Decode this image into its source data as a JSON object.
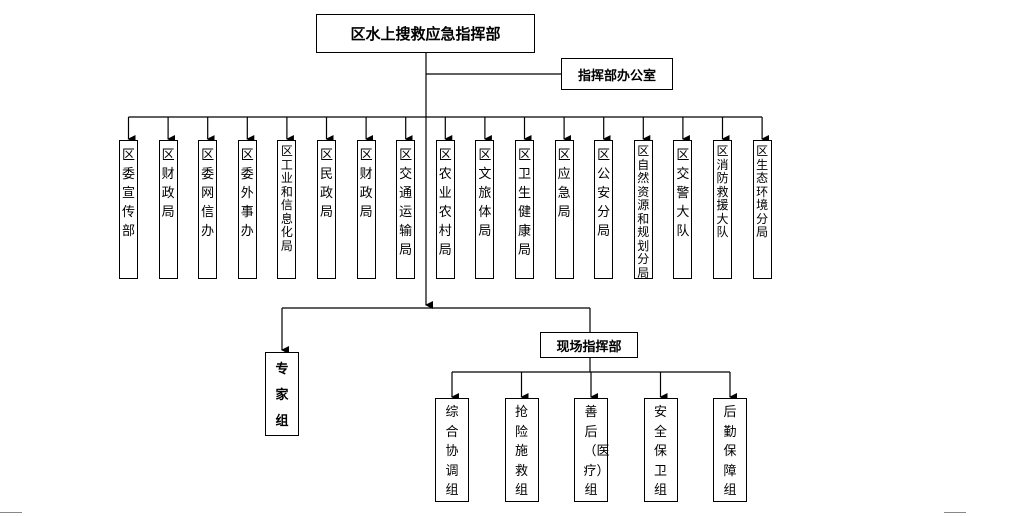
{
  "headquarters": {
    "title": "区水上搜救应急指挥部"
  },
  "office": {
    "label": "指挥部办公室"
  },
  "departments": [
    "区委宣传部",
    "区财政局",
    "区委网信办",
    "区委外事办",
    "区工业和信息化局",
    "区民政局",
    "区财政局",
    "区交通运输局",
    "区农业农村局",
    "区文旅体局",
    "区卫生健康局",
    "区应急局",
    "区公安分局",
    "区自然资源和规划分局",
    "区交警大队",
    "区消防救援大队",
    "区生态环境分局"
  ],
  "expert_group": {
    "label": "专家组"
  },
  "field_command": {
    "label": "现场指挥部"
  },
  "teams": [
    "综合协调组",
    "抢险施救组",
    "善后（医疗）组",
    "安全保卫组",
    "后勤保障组"
  ],
  "colors": {
    "line": "#000000",
    "box_border": "#000000",
    "background": "#ffffff"
  }
}
